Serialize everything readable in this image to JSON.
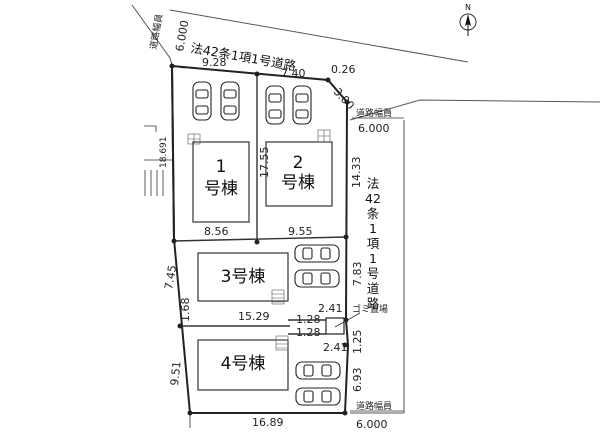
{
  "north": {
    "label": "N"
  },
  "roads": {
    "top_road": "法42条1項1号道路",
    "right_road": [
      "法",
      "42",
      "条",
      "1",
      "項",
      "1",
      "号",
      "道",
      "路"
    ],
    "width_label": "道路幅員",
    "width_top": "6.000",
    "width_right": "6.000",
    "width_bottom": "6.000"
  },
  "lots": {
    "lot1": {
      "num": "1",
      "suffix": "号棟"
    },
    "lot2": {
      "num": "2",
      "suffix": "号棟"
    },
    "lot3": {
      "label": "3号棟"
    },
    "lot4": {
      "label": "4号棟"
    }
  },
  "garbage": {
    "label": "ゴミ置場"
  },
  "dimensions": {
    "d_9_28": "9.28",
    "d_7_40": "7.40",
    "d_0_26": "0.26",
    "d_3_00": "3.00",
    "d_17_55": "17.55",
    "d_18_691": "18.691",
    "d_14_33": "14.33",
    "d_8_56": "8.56",
    "d_9_55": "9.55",
    "d_7_45": "7.45",
    "d_7_83": "7.83",
    "d_1_68": "1.68",
    "d_15_29": "15.29",
    "d_2_41_a": "2.41",
    "d_1_28_a": "1.28",
    "d_1_28_b": "1.28",
    "d_1_25": "1.25",
    "d_2_41_b": "2.41",
    "d_9_51": "9.51",
    "d_6_93": "6.93",
    "d_16_89": "16.89"
  }
}
